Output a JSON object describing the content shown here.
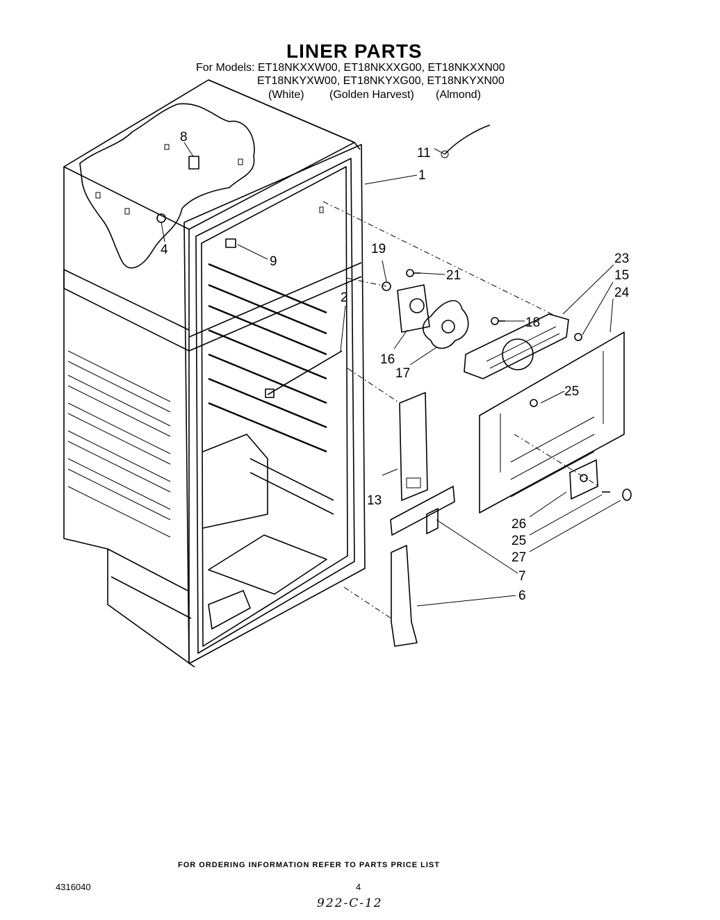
{
  "title": "LINER PARTS",
  "models_line_1": "For Models: ET18NKXXW00, ET18NKXXG00, ET18NKXXN00",
  "models_line_2": "ET18NKYXW00, ET18NKYXG00, ET18NKYXN00",
  "colors": [
    "(White)",
    "(Golden Harvest)",
    "(Almond)"
  ],
  "callouts": {
    "c1": "1",
    "c2": "2",
    "c4": "4",
    "c6": "6",
    "c7": "7",
    "c8": "8",
    "c9": "9",
    "c11": "11",
    "c13": "13",
    "c15": "15",
    "c16": "16",
    "c17": "17",
    "c18": "18",
    "c19": "19",
    "c21": "21",
    "c23": "23",
    "c24": "24",
    "c25a": "25",
    "c25b": "25",
    "c26": "26",
    "c27": "27"
  },
  "footer": "FOR ORDERING INFORMATION REFER TO PARTS PRICE LIST",
  "doc_number": "4316040",
  "page_number": "4",
  "handwritten_note": "922-C-12"
}
